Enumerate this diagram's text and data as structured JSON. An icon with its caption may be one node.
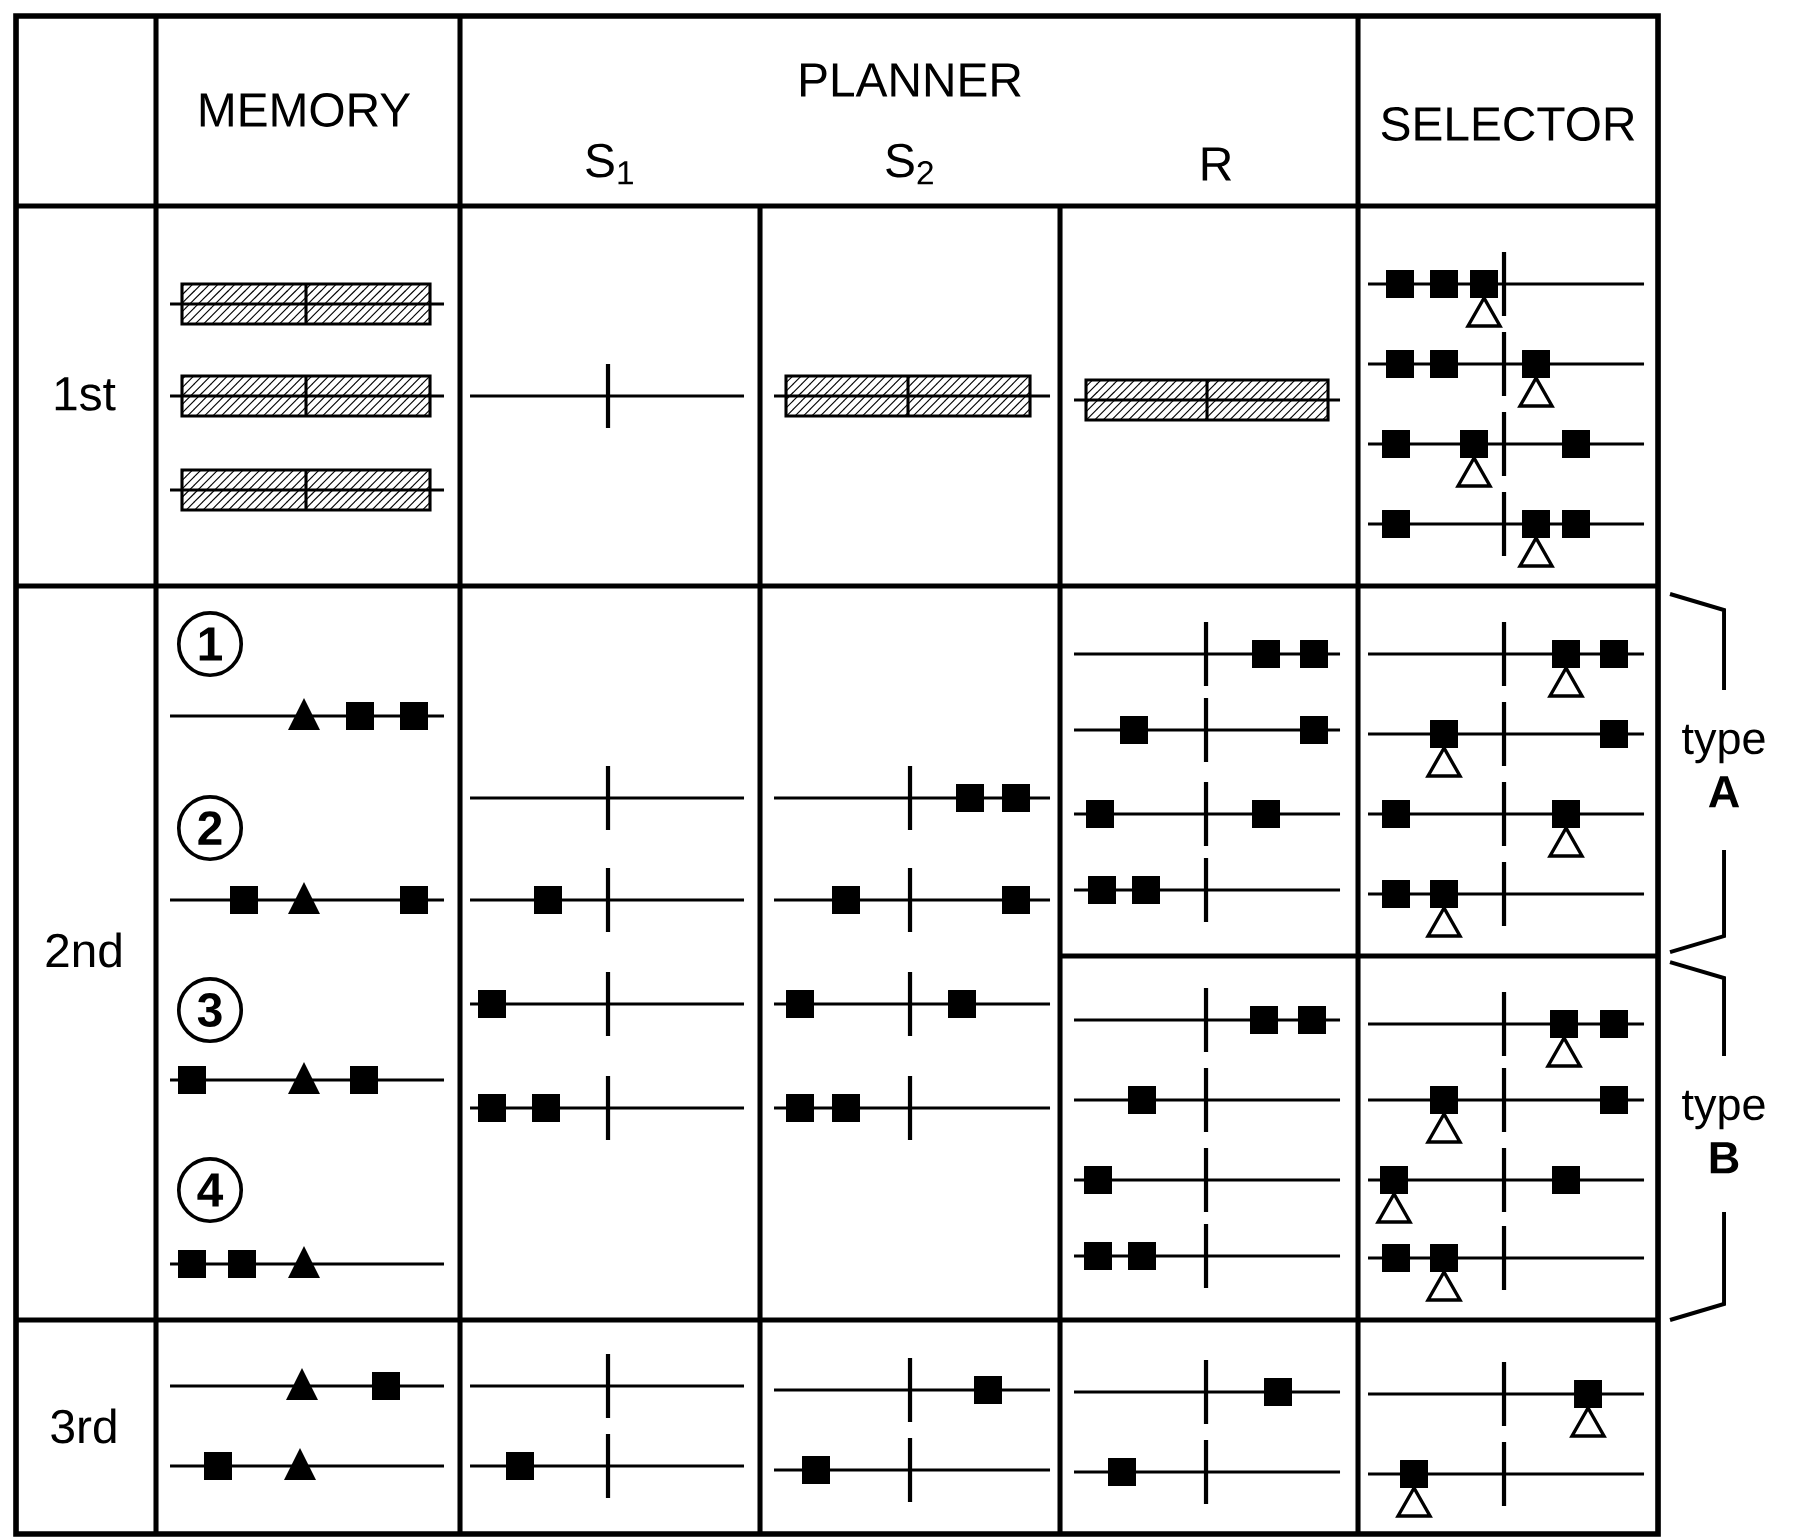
{
  "diagram": {
    "labels": [
      "MEMORY",
      "PLANNER",
      "S$_{1}$",
      "S$_{2}$",
      "R",
      "SELECTOR",
      "1st",
      "1",
      "type **A**",
      "2",
      "2nd",
      "3",
      "type **B**",
      "4",
      "3rd"
    ]
  }
}
